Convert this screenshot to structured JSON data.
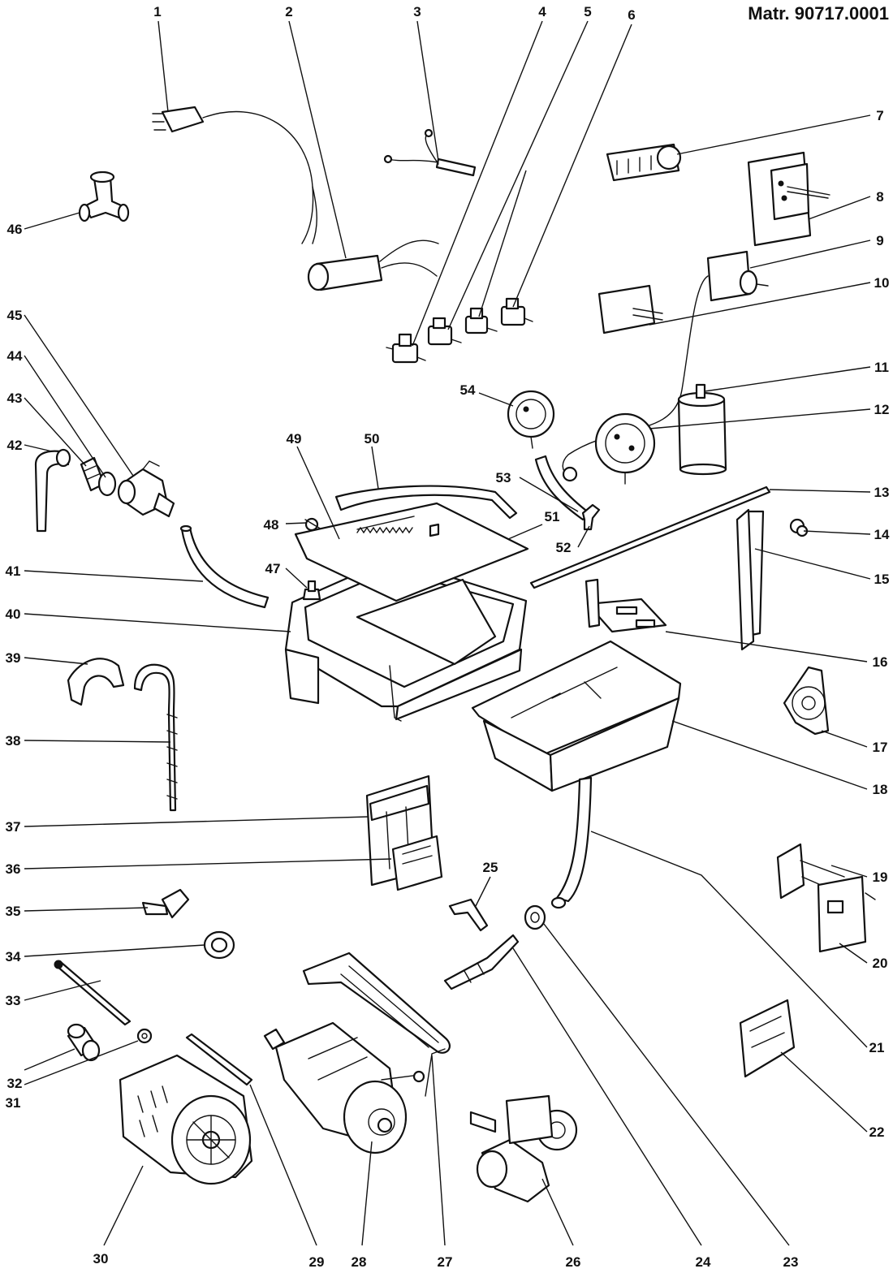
{
  "header": {
    "matr": "Matr. 90717.0001"
  },
  "callouts": [
    "1",
    "2",
    "3",
    "4",
    "5",
    "6",
    "7",
    "8",
    "9",
    "10",
    "11",
    "12",
    "13",
    "14",
    "15",
    "16",
    "17",
    "18",
    "19",
    "20",
    "21",
    "22",
    "23",
    "24",
    "25",
    "26",
    "27",
    "28",
    "29",
    "30",
    "31",
    "32",
    "33",
    "34",
    "35",
    "36",
    "37",
    "38",
    "39",
    "40",
    "41",
    "42",
    "43",
    "44",
    "45",
    "46",
    "47",
    "48",
    "49",
    "50",
    "51",
    "52",
    "53",
    "54"
  ]
}
